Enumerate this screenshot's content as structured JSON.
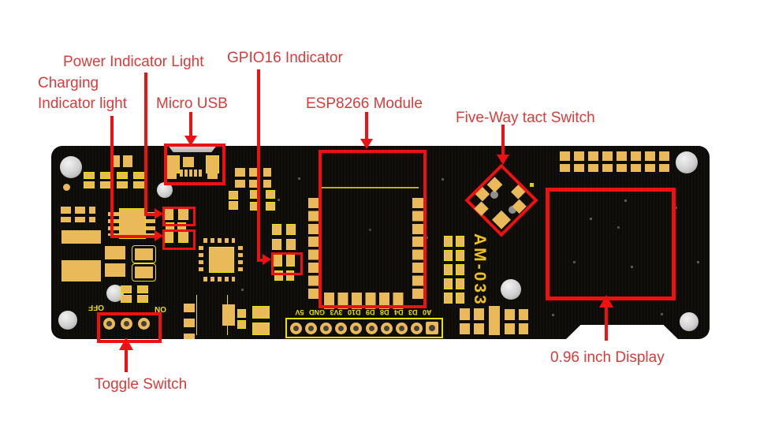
{
  "annotations": {
    "power_indicator": "Power Indicator Light",
    "charging_line1": "Charging",
    "charging_line2": "Indicator light",
    "gpio16": "GPIO16 Indicator",
    "micro_usb": "Micro USB",
    "esp8266": "ESP8266 Module",
    "five_way": "Five-Way tact Switch",
    "display": "0.96 inch Display",
    "toggle": "Toggle Switch"
  },
  "board": {
    "model": "AM-033",
    "pin_labels": "A0 D3 D4 D8 D9 D10 3V3 GND 5V",
    "toggle_on": "ON",
    "toggle_off": "OFF"
  },
  "colors": {
    "annotation_red": "#ee1111",
    "label_red": "#d93b3b",
    "board_black": "#0d0c09",
    "pad_gold": "#e9b95a",
    "silkscreen_yellow": "#e8e000",
    "model_gold": "#efc21c",
    "hole_silver": "#cfcfcf",
    "background": "#ffffff"
  }
}
